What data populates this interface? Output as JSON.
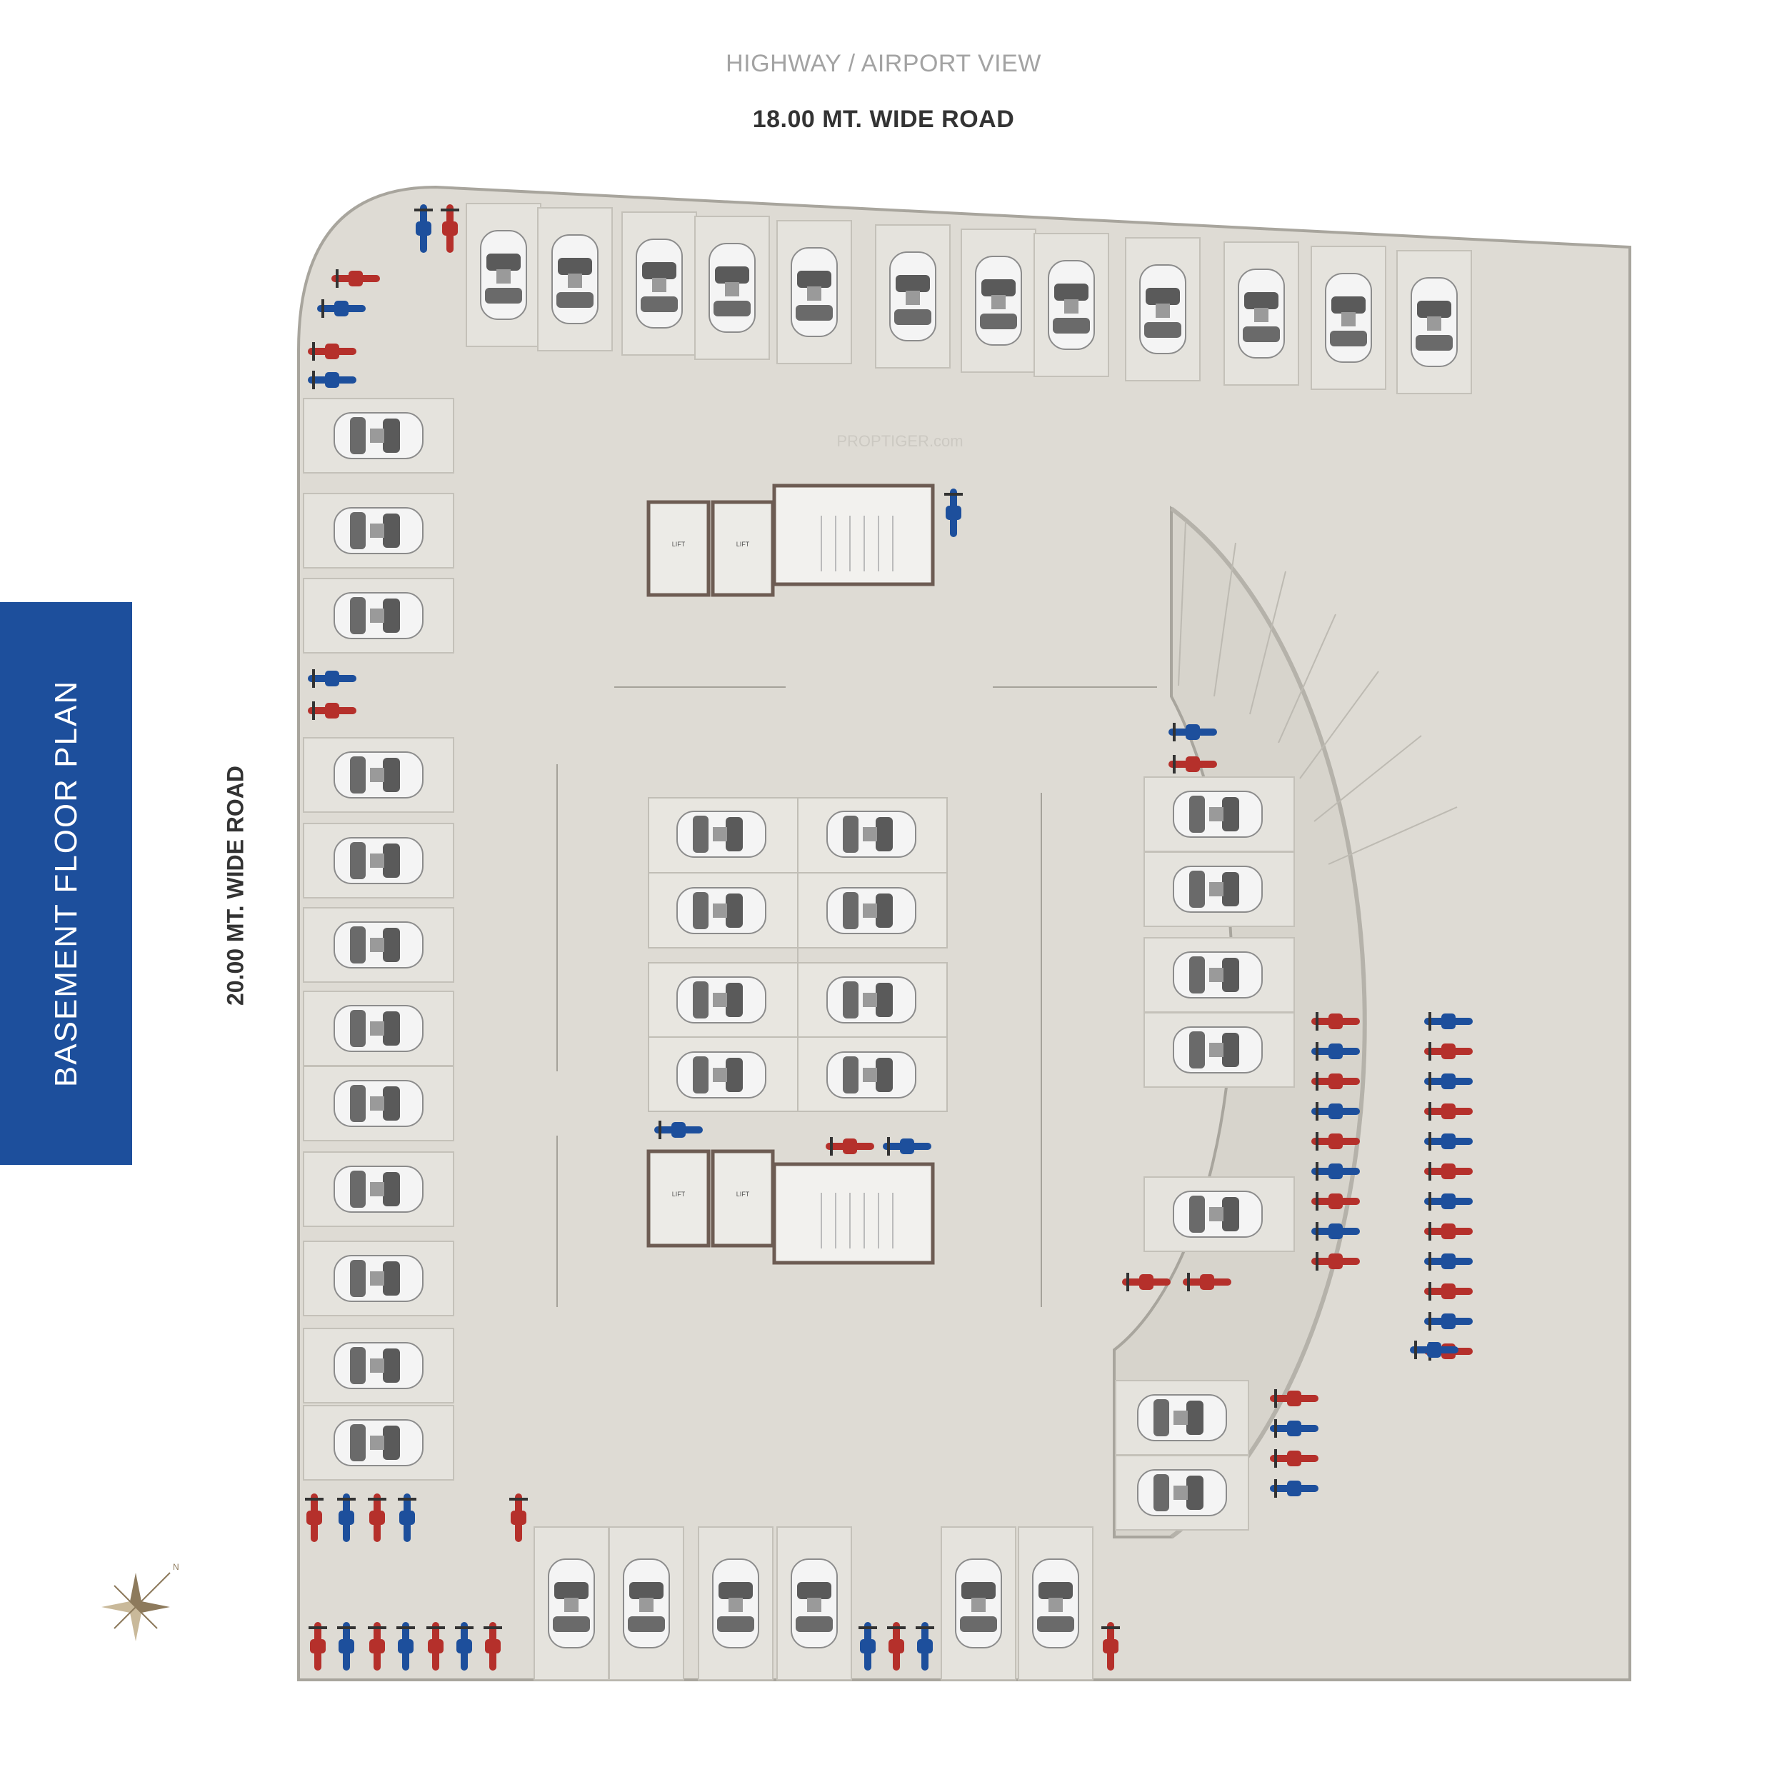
{
  "header": {
    "view_label": "HIGHWAY / AIRPORT VIEW",
    "road_top": "18.00 MT. WIDE ROAD"
  },
  "side": {
    "title": "BASEMENT FLOOR PLAN",
    "road_left": "20.00 MT. WIDE ROAD"
  },
  "plan": {
    "lift_label": "LIFT",
    "watermark": "PROPTIGER.com"
  },
  "colors": {
    "floor": "#dedbd4",
    "outline": "#a8a59d",
    "panel": "#1d4f9c",
    "bike_red": "#b5302b",
    "bike_blue": "#1d4f9c"
  }
}
